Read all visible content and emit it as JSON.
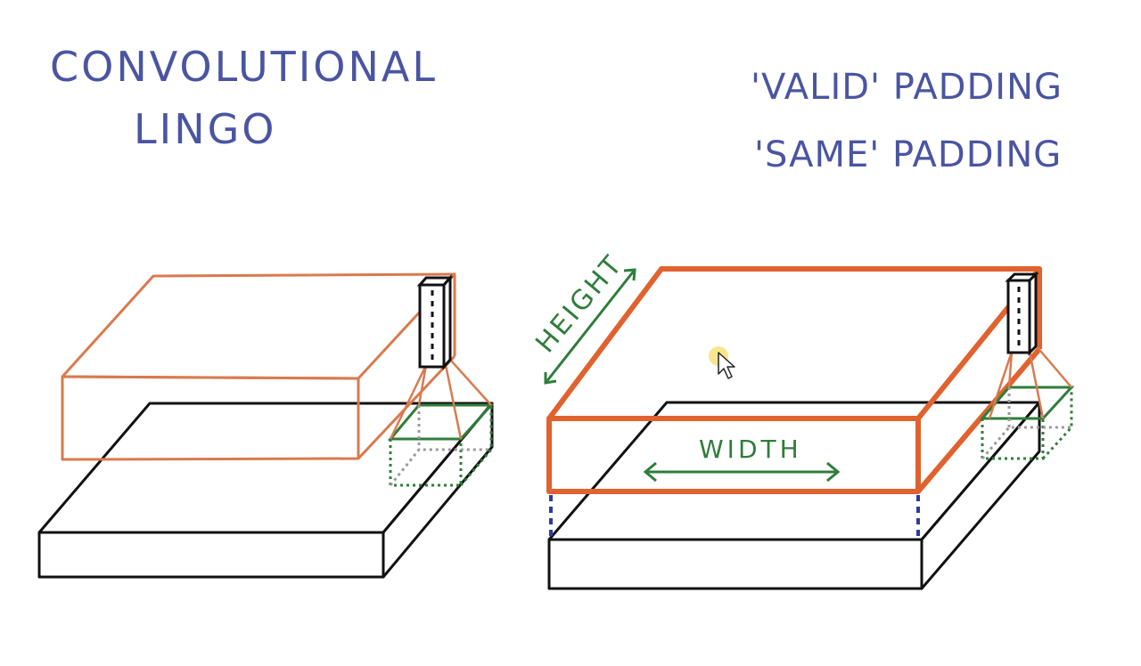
{
  "colors": {
    "ink_blue": "#4a55a2",
    "ink_orange": "#e0622f",
    "ink_orange_light": "#d97a4e",
    "ink_green": "#2f7d3b",
    "ink_black": "#111111",
    "dashed_blue": "#2d3ca0",
    "cursor_highlight": "#f7e27a"
  },
  "title": {
    "line1": "CONVOLUTIONAL",
    "line2": "LINGO"
  },
  "padding_terms": {
    "valid": "'VALID' PADDING",
    "same": "'SAME' PADDING"
  },
  "labels": {
    "height": "HEIGHT",
    "width": "WIDTH"
  },
  "icons": {
    "pointer": "mouse-cursor-icon"
  }
}
